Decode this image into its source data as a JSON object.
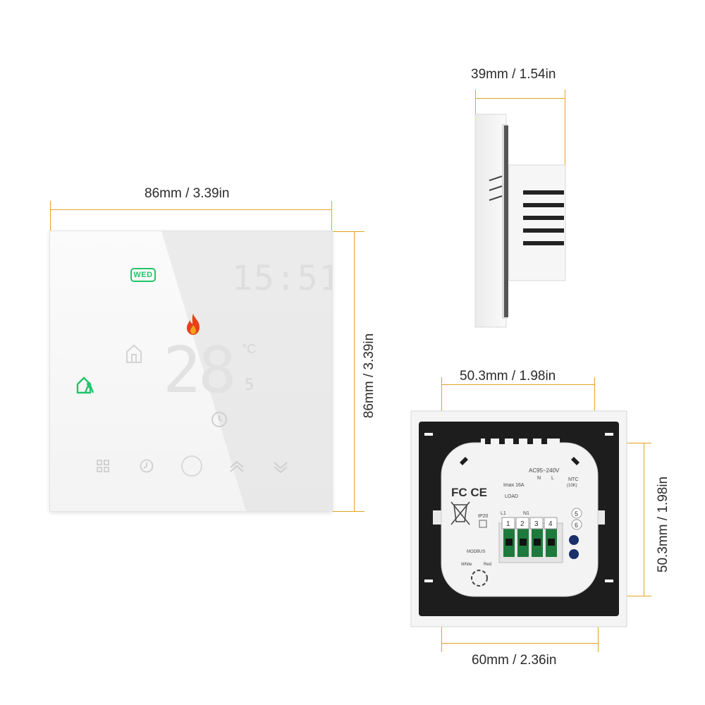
{
  "dimensions": {
    "front_width": "86mm / 3.39in",
    "front_height": "86mm / 3.39in",
    "side_depth": "39mm / 1.54in",
    "back_inner_width": "50.3mm / 1.98in",
    "back_inner_height": "50.3mm / 1.98in",
    "back_outer_width": "60mm / 2.36in"
  },
  "display": {
    "day_badge": "WED",
    "time": "15:51",
    "temperature": "28",
    "temperature_unit": "°C",
    "setpoint_decimal": "5"
  },
  "back_labels": {
    "voltage": "AC95~240V",
    "current": "Imax 16A",
    "load": "LOAD",
    "ntc": "NTC",
    "ntc_sub": "(10K)",
    "ip": "IP20",
    "modbus": "MODBUS",
    "white": "White",
    "red": "Red",
    "L1": "L1",
    "N1": "N1",
    "N": "N",
    "L": "L",
    "t1": "1",
    "t2": "2",
    "t3": "3",
    "t4": "4",
    "t5": "5",
    "t6": "6"
  },
  "colors": {
    "dimension_line": "#e0a520",
    "accent_green": "#22c46a",
    "flame_red": "#e8401a"
  }
}
